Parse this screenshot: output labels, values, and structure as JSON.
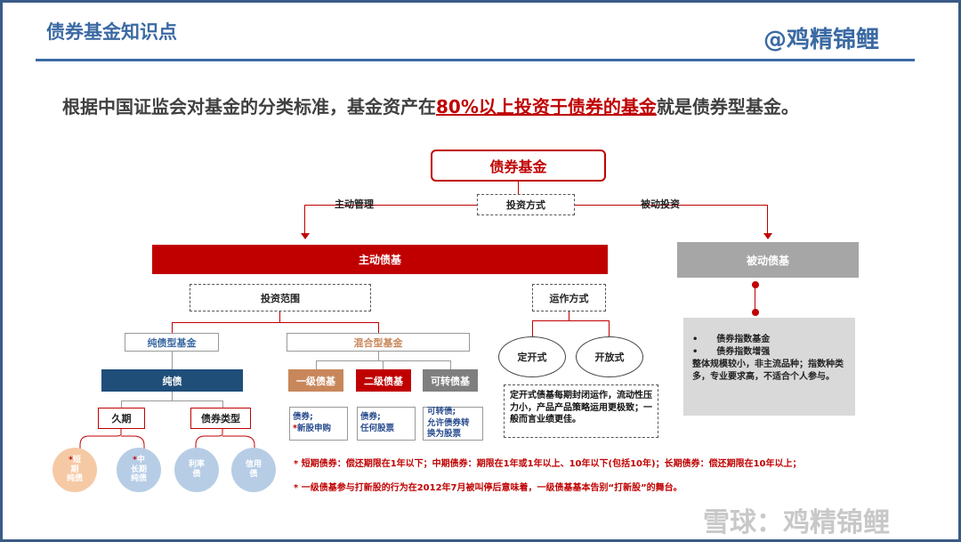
{
  "header": {
    "title": "债券基金知识点",
    "brand": "@鸡精锦鲤"
  },
  "headline": {
    "prefix": "根据中国证监会对基金的分类标准，基金资产在",
    "highlight": "80%以上投资于债券的基金",
    "suffix": "就是债券型基金。"
  },
  "diagram": {
    "root": "债券基金",
    "method_box": "投资方式",
    "left_branch": "主动管理",
    "right_branch": "被动投资",
    "active_bar": "主动债基",
    "passive_bar": "被动债基",
    "scope_box": "投资范围",
    "operation_box": "运作方式",
    "pure_bond_label": "纯债型基金",
    "mixed_label": "混合型基金",
    "pure_bond_bar": "纯债",
    "level1": "一级债基",
    "level2": "二级债基",
    "convertible": "可转债基",
    "duration_box": "久期",
    "bond_type_box": "债券类型",
    "level1_desc": {
      "line1": "债券;",
      "line2": "新股申购"
    },
    "level2_desc": {
      "line1": "债券;",
      "line2": "任何股票"
    },
    "conv_desc": {
      "line1": "可转债;",
      "line2": "允许债券转",
      "line3": "换为股票"
    },
    "closed_end": "定开式",
    "open_end": "开放式",
    "closed_desc": "定开式债基每期封闭运作，流动性压力小，产品产品策略运用更极致；一般而言业绩更佳。",
    "short_pure": {
      "line1": "短",
      "line2": "期",
      "line3": "纯债"
    },
    "mid_long_pure": {
      "line1": "中",
      "line2": "长期",
      "line3": "纯债"
    },
    "rate_bond": {
      "line1": "利率",
      "line2": "债"
    },
    "credit_bond": {
      "line1": "信用",
      "line2": "债"
    },
    "passive_panel": {
      "item1": "债券指数基金",
      "item2": "债券指数增强",
      "desc": "整体规模较小，非主流品种；指数种类多，专业要求高，不适合个人参与。"
    }
  },
  "notes": {
    "line1": "短期债券：偿还期限在1年以下；中期债券：期限在1年或1年以上、10年以下(包括10年)；长期债券：偿还期限在10年以上；",
    "line2": "一级债基参与打新股的行为在2012年7月被叫停后意味着，一级债基基本告别“打新股”的舞台。"
  },
  "watermark": "雪球：鸡精锦鲤",
  "colors": {
    "brand_blue": "#3b6aa3",
    "accent_red": "#c00000",
    "navy": "#1f4e79",
    "orange": "#c8875a",
    "grey": "#a6a6a6"
  }
}
